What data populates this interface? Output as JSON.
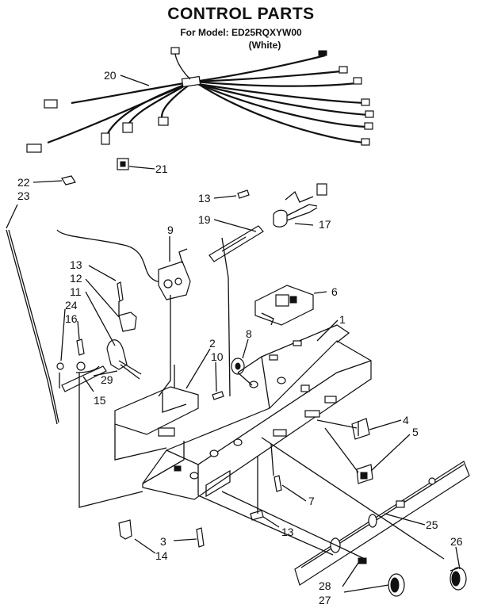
{
  "title": "CONTROL PARTS",
  "subtitle_model": "For Model: ED25RQXYW00",
  "subtitle_color": "(White)",
  "callouts": {
    "c20": "20",
    "c21": "21",
    "c22": "22",
    "c23": "23",
    "c13a": "13",
    "c19": "19",
    "c17": "17",
    "c9": "9",
    "c13b": "13",
    "c12": "12",
    "c11": "11",
    "c24": "24",
    "c16": "16",
    "c6": "6",
    "c1": "1",
    "c8": "8",
    "c2": "2",
    "c10": "10",
    "c29": "29",
    "c15": "15",
    "c4": "4",
    "c5": "5",
    "c7": "7",
    "c13c": "13",
    "c25": "25",
    "c3": "3",
    "c14": "14",
    "c26": "26",
    "c28": "28",
    "c27": "27"
  }
}
